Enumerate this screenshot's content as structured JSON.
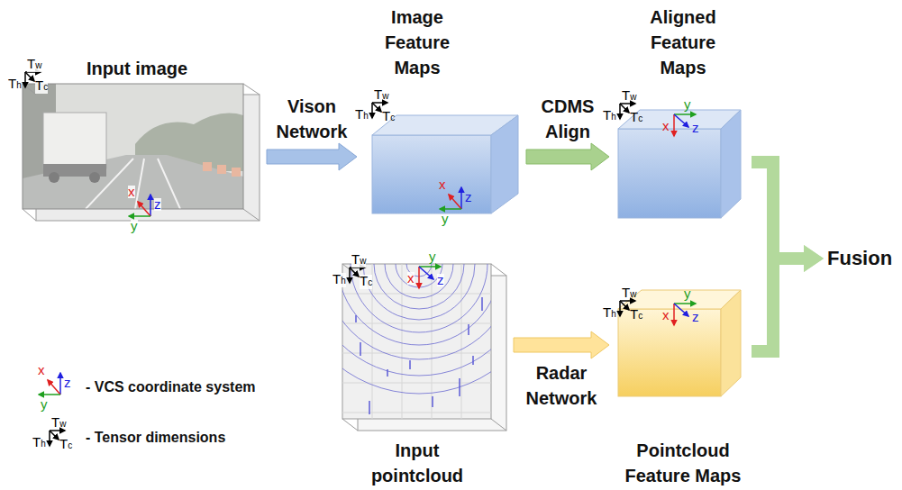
{
  "diagram": {
    "nodes": [
      {
        "text": [
          "Input image"
        ]
      },
      {
        "text": [
          "Image Feature Maps"
        ]
      },
      {
        "text": [
          "Aligned Feature Maps"
        ]
      },
      {
        "text": [
          "Input pointcloud"
        ]
      },
      {
        "text": [
          "Pointcloud Feature Maps"
        ]
      },
      {
        "text": [
          "Fusion"
        ]
      }
    ],
    "edges": [
      {
        "from": 0,
        "to": 1,
        "arrow": "to",
        "label": "Vison Network"
      },
      {
        "from": 1,
        "to": 2,
        "arrow": "to",
        "label": "CDMS Align"
      },
      {
        "from": 3,
        "to": 4,
        "arrow": "to",
        "label": "Radar Network"
      },
      {
        "from": 2,
        "to": 5,
        "arrow": "to"
      },
      {
        "from": 4,
        "to": 5,
        "arrow": "to"
      }
    ],
    "labels": [
      "Tw",
      "Th",
      "Tc",
      "x",
      "z",
      "y",
      "Tw",
      "Th",
      "Tc",
      "x",
      "z",
      "y",
      "Tw",
      "Th",
      "Tc",
      "y",
      "x",
      "z",
      "Tw",
      "Th",
      "Tc",
      "y",
      "x",
      "z",
      "Tw",
      "Th",
      "Tc",
      "y",
      "x",
      "z",
      "x",
      "z",
      "y",
      "Tw",
      "Th",
      "Tc"
    ],
    "legend": [
      {
        "text": "- VCS coordinate system"
      },
      {
        "text": "- Tensor dimensions"
      }
    ]
  }
}
